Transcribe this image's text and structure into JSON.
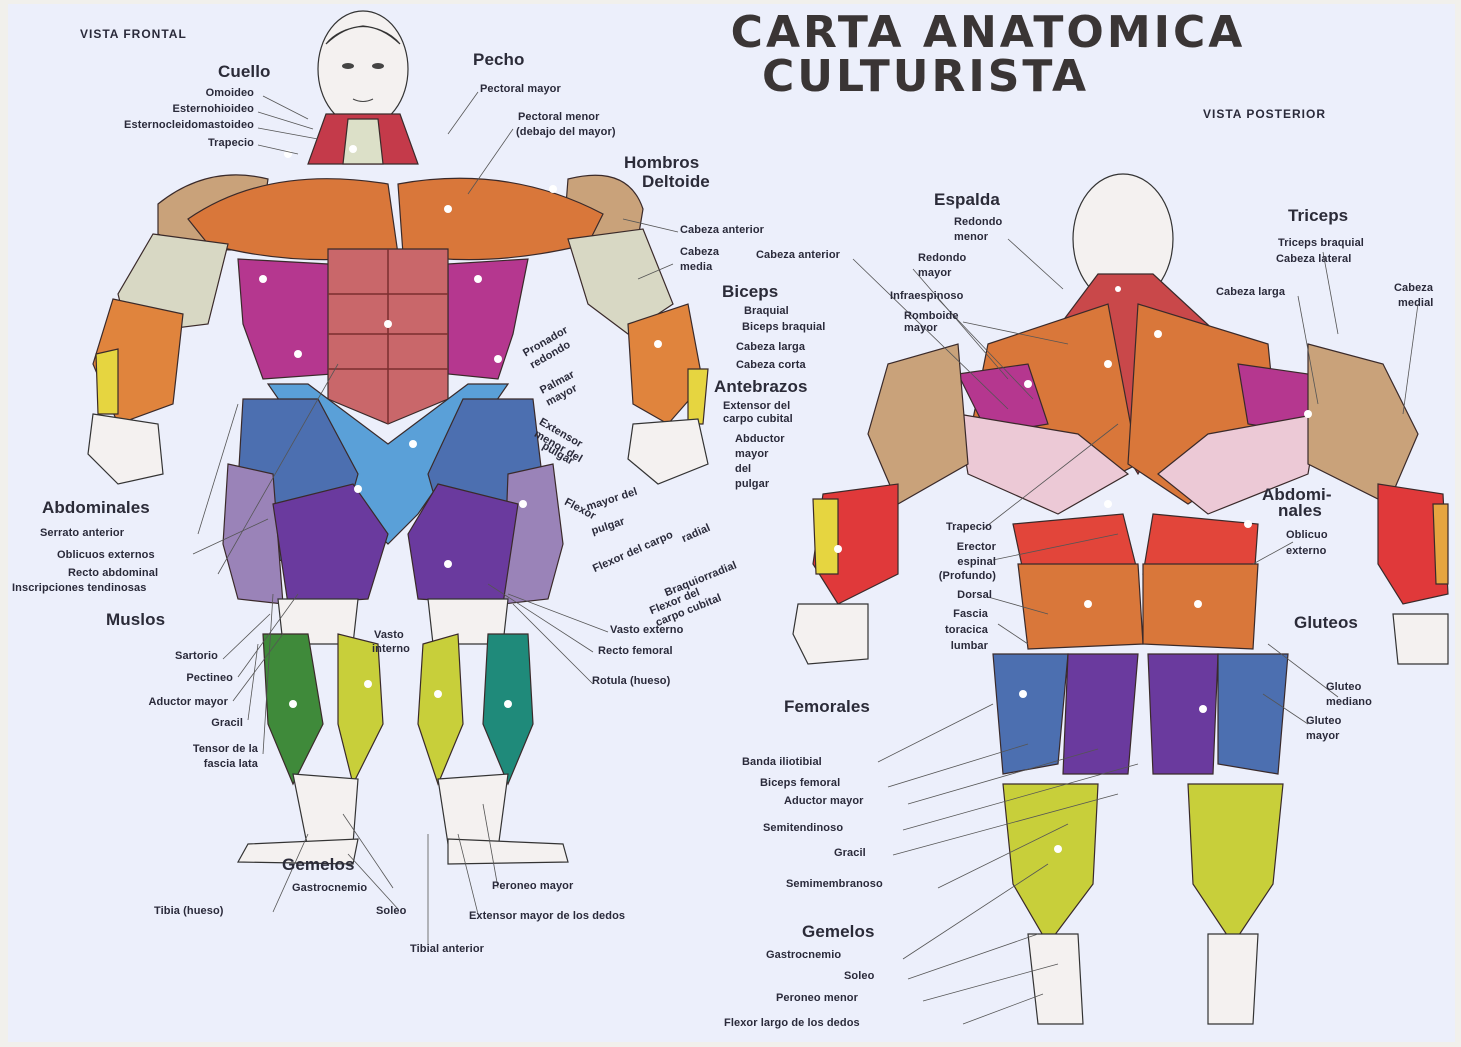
{
  "title": {
    "line1": "CARTA ANATOMICA",
    "line2": "CULTURISTA"
  },
  "views": {
    "front": "VISTA FRONTAL",
    "back": "VISTA POSTERIOR"
  },
  "front_labels": {
    "cuello": "Cuello",
    "omoideo": "Omoideo",
    "esternohioideo": "Esternohioideo",
    "esternocleido": "Esternocleidomastoideo",
    "trapecio": "Trapecio",
    "pecho": "Pecho",
    "pectoral_mayor": "Pectoral mayor",
    "pectoral_menor_1": "Pectoral menor",
    "pectoral_menor_2": "(debajo del mayor)",
    "hombros": "Hombros",
    "deltoide": "Deltoide",
    "cabeza_anterior": "Cabeza anterior",
    "cabeza_media_1": "Cabeza",
    "cabeza_media_2": "media",
    "biceps": "Biceps",
    "braquial": "Braquial",
    "biceps_braquial": "Biceps braquial",
    "cabeza_larga": "Cabeza larga",
    "cabeza_corta": "Cabeza corta",
    "antebrazos": "Antebrazos",
    "extensor_carpo_1": "Extensor del",
    "extensor_carpo_2": "carpo cubital",
    "abductor_1": "Abductor",
    "abductor_2": "mayor",
    "abductor_3": "del",
    "abductor_4": "pulgar",
    "pronador_1": "Pronador",
    "pronador_2": "redondo",
    "palmar_1": "Palmar",
    "palmar_2": "mayor",
    "ext_menor_1": "Extensor",
    "ext_menor_2": "menor del",
    "ext_menor_3": "pulgar",
    "flexor_pulgar_1": "Flexor",
    "flexor_pulgar_2": "mayor del",
    "flexor_pulgar_3": "pulgar",
    "flexor_radial_1": "Flexor del carpo",
    "flexor_radial_2": "radial",
    "braquiorradial": "Braquiorradial",
    "flexor_cubital_1": "Flexor del",
    "flexor_cubital_2": "carpo cubital",
    "abdominales": "Abdominales",
    "serrato": "Serrato anterior",
    "oblicuos": "Oblicuos externos",
    "recto_abd": "Recto abdominal",
    "inscripciones": "Inscripciones tendinosas",
    "muslos": "Muslos",
    "sartorio": "Sartorio",
    "pectineo": "Pectineo",
    "aductor_mayor": "Aductor mayor",
    "gracil": "Gracil",
    "tensor_1": "Tensor de la",
    "tensor_2": "fascia lata",
    "vasto_int_1": "Vasto",
    "vasto_int_2": "interno",
    "vasto_externo": "Vasto externo",
    "recto_femoral": "Recto femoral",
    "rotula": "Rotula (hueso)",
    "gemelos": "Gemelos",
    "gastrocnemio": "Gastrocnemio",
    "soleo": "Soleo",
    "tibia": "Tibia (hueso)",
    "peroneo_mayor": "Peroneo mayor",
    "extensor_dedos": "Extensor mayor de los dedos",
    "tibial_anterior": "Tibial anterior"
  },
  "back_labels": {
    "espalda": "Espalda",
    "redondo_menor_1": "Redondo",
    "redondo_menor_2": "menor",
    "cabeza_anterior": "Cabeza anterior",
    "redondo_mayor_1": "Redondo",
    "redondo_mayor_2": "mayor",
    "infraespinoso": "Infraespinoso",
    "romboide_1": "Romboide",
    "romboide_2": "mayor",
    "triceps": "Triceps",
    "triceps_braquial": "Triceps braquial",
    "cabeza_lateral": "Cabeza lateral",
    "cabeza_larga": "Cabeza larga",
    "cabeza_medial_1": "Cabeza",
    "cabeza_medial_2": "medial",
    "abdominales_1": "Abdomi-",
    "abdominales_2": "nales",
    "oblicuo_1": "Oblicuo",
    "oblicuo_2": "externo",
    "trapecio": "Trapecio",
    "erector_1": "Erector",
    "erector_2": "espinal",
    "erector_3": "(Profundo)",
    "dorsal": "Dorsal",
    "fascia_1": "Fascia",
    "fascia_2": "toracica",
    "fascia_3": "lumbar",
    "gluteos": "Gluteos",
    "gluteo_medio_1": "Gluteo",
    "gluteo_medio_2": "mediano",
    "gluteo_mayor_1": "Gluteo",
    "gluteo_mayor_2": "mayor",
    "femorales": "Femorales",
    "banda": "Banda iliotibial",
    "biceps_femoral": "Biceps femoral",
    "aductor_mayor": "Aductor mayor",
    "semitendinoso": "Semitendinoso",
    "gracil": "Gracil",
    "semimembranoso": "Semimembranoso",
    "gemelos": "Gemelos",
    "gastrocnemio": "Gastrocnemio",
    "soleo": "Soleo",
    "peroneo_menor": "Peroneo menor",
    "flexor_dedos": "Flexor largo de los dedos"
  },
  "colors": {
    "orange": "#d9773a",
    "magenta": "#b5378f",
    "pink": "#c9676a",
    "blue": "#4c6fb0",
    "purple": "#6a3a9e",
    "green": "#3f8a3a",
    "yellow": "#d6d23a",
    "red": "#d8332d",
    "tan": "#c9a27a"
  }
}
